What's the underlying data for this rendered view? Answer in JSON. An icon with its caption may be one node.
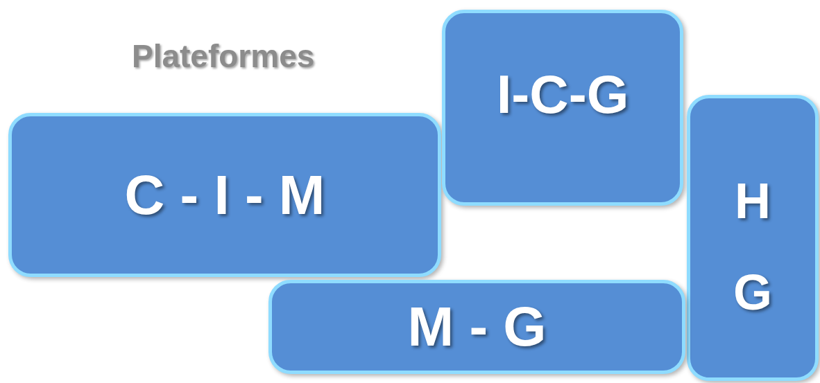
{
  "diagram": {
    "title": "Plateformes",
    "nodes": [
      {
        "text": [
          "C - I - M"
        ]
      },
      {
        "text": [
          "I-C-G"
        ]
      },
      {
        "text": [
          "H G"
        ]
      },
      {
        "text": [
          "M - G"
        ]
      }
    ]
  }
}
